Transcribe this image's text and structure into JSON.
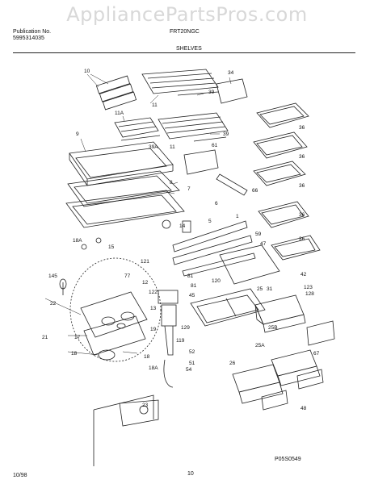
{
  "watermark": "AppliancePartsPros.com",
  "header": {
    "publication_label": "Publication No.",
    "publication_number": "5995314035",
    "model": "FRT20NGC",
    "section_title": "SHELVES"
  },
  "footer": {
    "date": "10/98",
    "page": "10",
    "figure_code": "P05S0549"
  },
  "callouts": [
    "10",
    "11",
    "34",
    "39",
    "11A",
    "39A",
    "11",
    "39",
    "36",
    "9",
    "36",
    "61",
    "36",
    "8",
    "7",
    "66",
    "36",
    "6",
    "14",
    "5",
    "1",
    "36",
    "18A",
    "15",
    "59",
    "47",
    "121",
    "42",
    "145",
    "12",
    "81",
    "123",
    "128",
    "77",
    "122",
    "120",
    "25",
    "31",
    "81",
    "45",
    "22",
    "21",
    "17",
    "13",
    "18",
    "129",
    "25B",
    "19",
    "119",
    "25A",
    "67",
    "52",
    "51",
    "54",
    "18",
    "18A",
    "26",
    "48",
    "23"
  ]
}
